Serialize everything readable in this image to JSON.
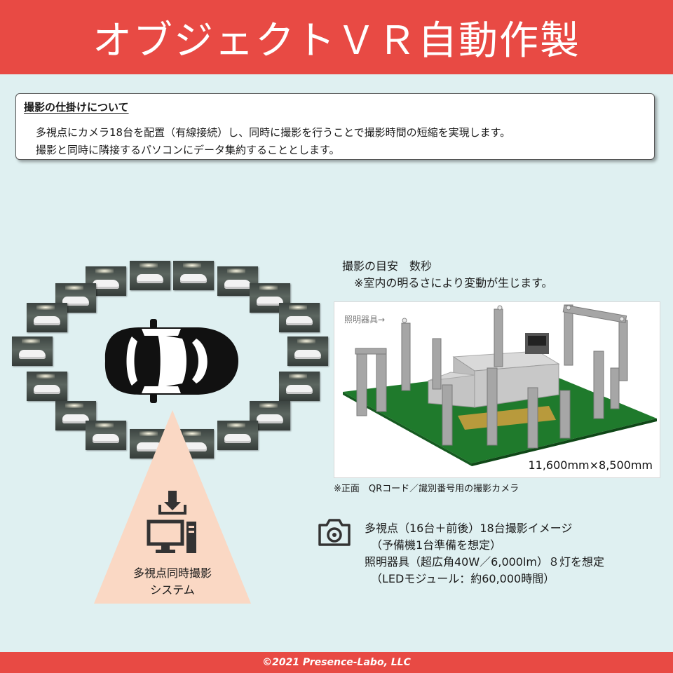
{
  "header": {
    "title": "オブジェクトＶＲ自動作製"
  },
  "info": {
    "title": "撮影の仕掛けについて",
    "line1": "多視点にカメラ18台を配置（有線接続）し、同時に撮影を行うことで撮影時間の短縮を実現します。",
    "line2": "撮影と同時に隣接するパソコンにデータ集約することとします。"
  },
  "system": {
    "label_line1": "多視点同時撮影",
    "label_line2": "システム"
  },
  "guide": {
    "line1": "撮影の目安　数秒",
    "line2": "※室内の明るさにより変動が生じます。"
  },
  "render": {
    "lamp_label": "照明器具→",
    "dimensions": "11,600mm×8,500mm",
    "note": "※正面　QRコード／識別番号用の撮影カメラ"
  },
  "specs": {
    "line1": "多視点（16台＋前後）18台撮影イメージ",
    "line2": "（予備機1台準備を想定）",
    "line3": "照明器具（超広角40W／6,000lm）８灯を想定",
    "line4": "（LEDモジュール：約60,000時間）"
  },
  "icons": {
    "car": "car-top-view-icon",
    "download": "download-arrow-icon",
    "computer": "desktop-computer-icon",
    "camera": "camera-icon"
  },
  "colors": {
    "accent": "#e84a44",
    "background": "#dff0f1",
    "cone": "#fad8c4",
    "floor": "#1f7a2c"
  },
  "footer": {
    "copyright": "©2021 Presence-Labo, LLC"
  }
}
